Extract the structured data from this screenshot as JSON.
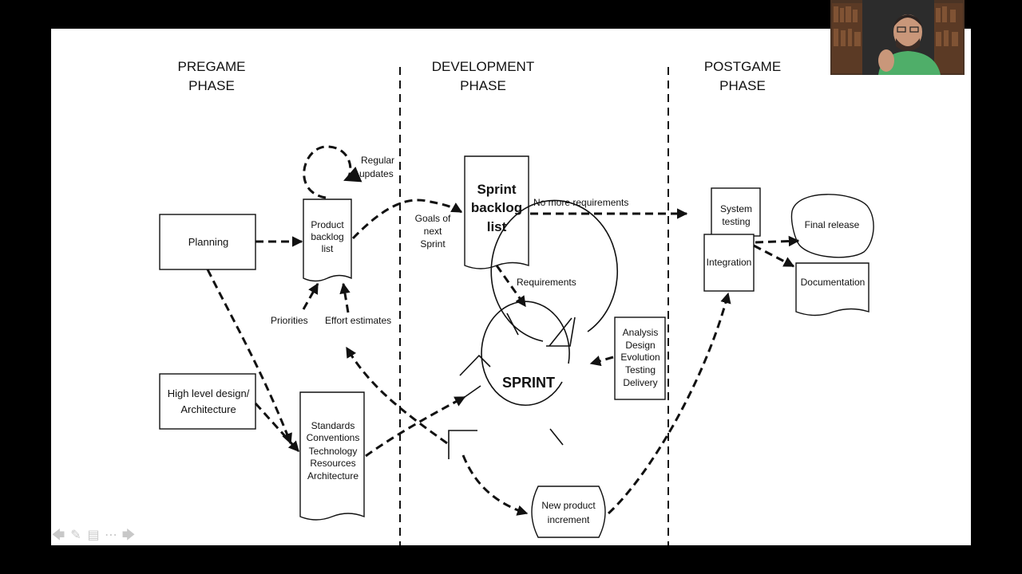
{
  "phases": {
    "pregame": [
      "PREGAME",
      "PHASE"
    ],
    "development": [
      "DEVELOPMENT",
      "PHASE"
    ],
    "postgame": [
      "POSTGAME",
      "PHASE"
    ]
  },
  "nodes": {
    "planning": "Planning",
    "high_level_design": [
      "High level design/",
      "Architecture"
    ],
    "product_backlog": [
      "Product",
      "backlog",
      "list"
    ],
    "standards": [
      "Standards",
      "Conventions",
      "Technology",
      "Resources",
      "Architecture"
    ],
    "sprint_backlog": [
      "Sprint",
      "backlog",
      "list"
    ],
    "sprint": "SPRINT",
    "activities": [
      "Analysis",
      "Design",
      "Evolution",
      "Testing",
      "Delivery"
    ],
    "new_increment": [
      "New product",
      "increment"
    ],
    "system_testing": [
      "System",
      "testing"
    ],
    "integration": "Integration",
    "final_release": "Final release",
    "documentation": "Documentation"
  },
  "labels": {
    "regular_updates": [
      "Regular",
      "updates"
    ],
    "priorities": "Priorities",
    "effort_estimates": "Effort estimates",
    "goals_next_sprint": [
      "Goals of",
      "next",
      "Sprint"
    ],
    "no_more_requirements": "No more requirements",
    "requirements": "Requirements"
  },
  "nav": {
    "prev": "🡄",
    "pen": "✎",
    "slides": "▤",
    "more": "⋯",
    "next": "🡆"
  },
  "icons": {
    "prev": "arrow-left-icon",
    "pen": "pen-icon",
    "slides": "slides-icon",
    "more": "more-icon",
    "next": "arrow-right-icon"
  }
}
